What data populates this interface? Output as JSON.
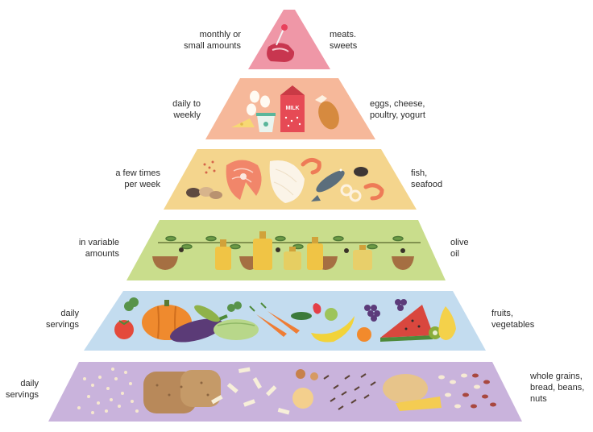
{
  "tiers": [
    {
      "left": [
        "monthly or",
        "small amounts"
      ],
      "right": [
        "meats.",
        "sweets"
      ],
      "color": "#ef97a7",
      "icons": [
        "steak-icon",
        "lollipop-icon"
      ]
    },
    {
      "left": [
        "daily to",
        "weekly"
      ],
      "right": [
        "eggs, cheese,",
        "poultry, yogurt"
      ],
      "color": "#f6b89a",
      "icons": [
        "cheese-icon",
        "eggs-icon",
        "yogurt-icon",
        "milk-carton-icon",
        "chicken-leg-icon"
      ],
      "milk_text": "MILK"
    },
    {
      "left": [
        "a few times",
        "per week"
      ],
      "right": [
        "fish,",
        "seafood"
      ],
      "color": "#f4d58d",
      "icons": [
        "mussel-icon",
        "salmon-steak-icon",
        "fish-fillet-icon",
        "shrimp-icon",
        "fish-icon",
        "squid-ring-icon"
      ]
    },
    {
      "left": [
        "in variable",
        "amounts"
      ],
      "right": [
        "olive",
        "oil"
      ],
      "color": "#c9dd8c",
      "icons": [
        "olive-branch-icon",
        "olive-bowl-icon",
        "oil-bottle-icon"
      ]
    },
    {
      "left": [
        "daily",
        "servings"
      ],
      "right": [
        "fruits,",
        "vegetables"
      ],
      "color": "#c3dcef",
      "icons": [
        "tomato-icon",
        "pumpkin-icon",
        "eggplant-icon",
        "zucchini-icon",
        "broccoli-icon",
        "carrot-icon",
        "cucumber-icon",
        "strawberry-icon",
        "banana-icon",
        "apple-icon",
        "orange-icon",
        "grapes-icon",
        "watermelon-icon",
        "kiwi-icon",
        "pear-icon"
      ]
    },
    {
      "left": [
        "daily",
        "servings"
      ],
      "right": [
        "whole grains,",
        "bread, beans,",
        "nuts"
      ],
      "color": "#c9b3dc",
      "icons": [
        "grains-icon",
        "bread-loaf-icon",
        "pasta-icon",
        "cracker-icon",
        "wild-rice-icon",
        "potato-icon",
        "cheese-wedge-icon",
        "beans-icon"
      ]
    }
  ]
}
